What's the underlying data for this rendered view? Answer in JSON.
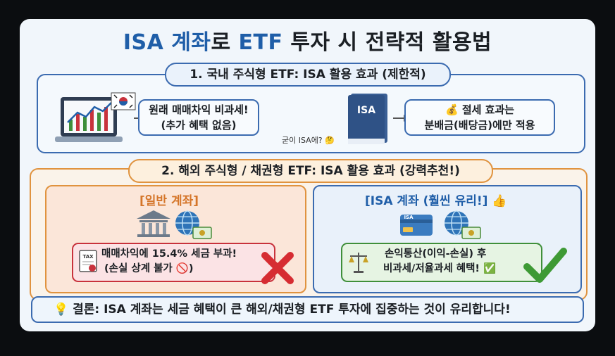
{
  "title": {
    "prefix": "ISA 계좌",
    "mid": "로 ",
    "etf": "ETF",
    "suffix": " 투자 시 전략적 활용법"
  },
  "section1": {
    "heading": "1. 국내 주식형 ETF: ISA 활용 효과 (제한적)",
    "original_line1": "원래 매매차익 비과세!",
    "original_line2": "(추가 혜택 없음)",
    "isa_book_label": "ISA",
    "why_isa": "굳이 ISA에? 🤔",
    "result_line1": "💰 절세 효과는",
    "result_line2": "분배금(배당금)에만 적용"
  },
  "section2": {
    "heading": "2. 해외 주식형 / 채권형 ETF: ISA 활용 효과 (강력추천!)",
    "general": {
      "title": "[일반 계좌]",
      "tax_doc_label": "TAX",
      "line1": "매매차익에 15.4% 세금 부과!",
      "line2": "(손실 상계 불가 🚫)"
    },
    "isa": {
      "title": "[ISA 계좌 (훨씬 유리!] 👍",
      "card_label": "ISA",
      "line1": "손익통산(이익-손실) 후",
      "line2": "비과세/저율과세 혜택! ✅"
    }
  },
  "conclusion": "💡 결론: ISA 계좌는 세금 혜택이 큰 해외/채권형 ETF 투자에 집중하는 것이 유리합니다!",
  "colors": {
    "blue": "#3b6bb0",
    "orange": "#e0933f",
    "red": "#c8323c",
    "green": "#3f8f3a"
  }
}
